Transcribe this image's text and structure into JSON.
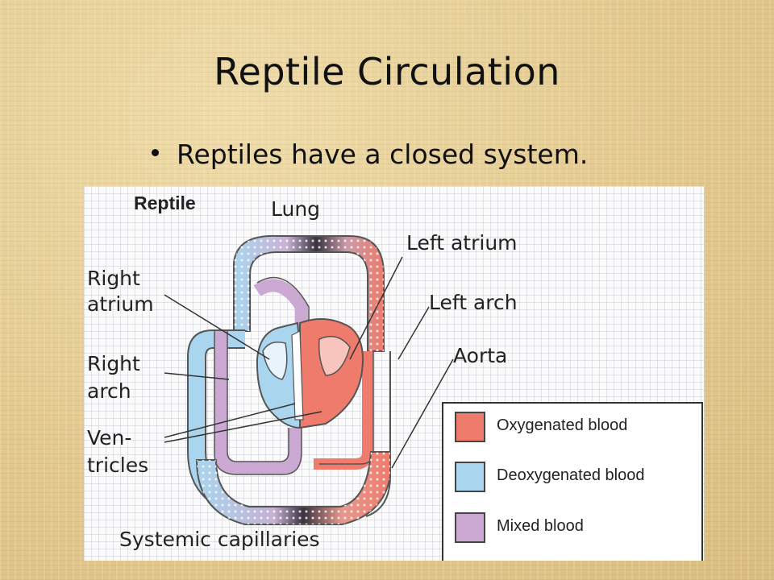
{
  "slide": {
    "title": "Reptile Circulation",
    "bullet": "Reptiles have a closed system."
  },
  "figure": {
    "heading": "Reptile",
    "labels": {
      "lung": "Lung",
      "left_atrium": "Left atrium",
      "left_arch": "Left arch",
      "aorta": "Aorta",
      "right_atrium_1": "Right",
      "right_atrium_2": "atrium",
      "right_arch_1": "Right",
      "right_arch_2": "arch",
      "ventricles_1": "Ven-",
      "ventricles_2": "tricles",
      "systemic_capillaries": "Systemic capillaries"
    },
    "legend": [
      {
        "label": "Oxygenated blood",
        "color": "#ee7b6b"
      },
      {
        "label": "Deoxygenated blood",
        "color": "#a9d5ee"
      },
      {
        "label": "Mixed blood",
        "color": "#cba9d3"
      }
    ]
  }
}
